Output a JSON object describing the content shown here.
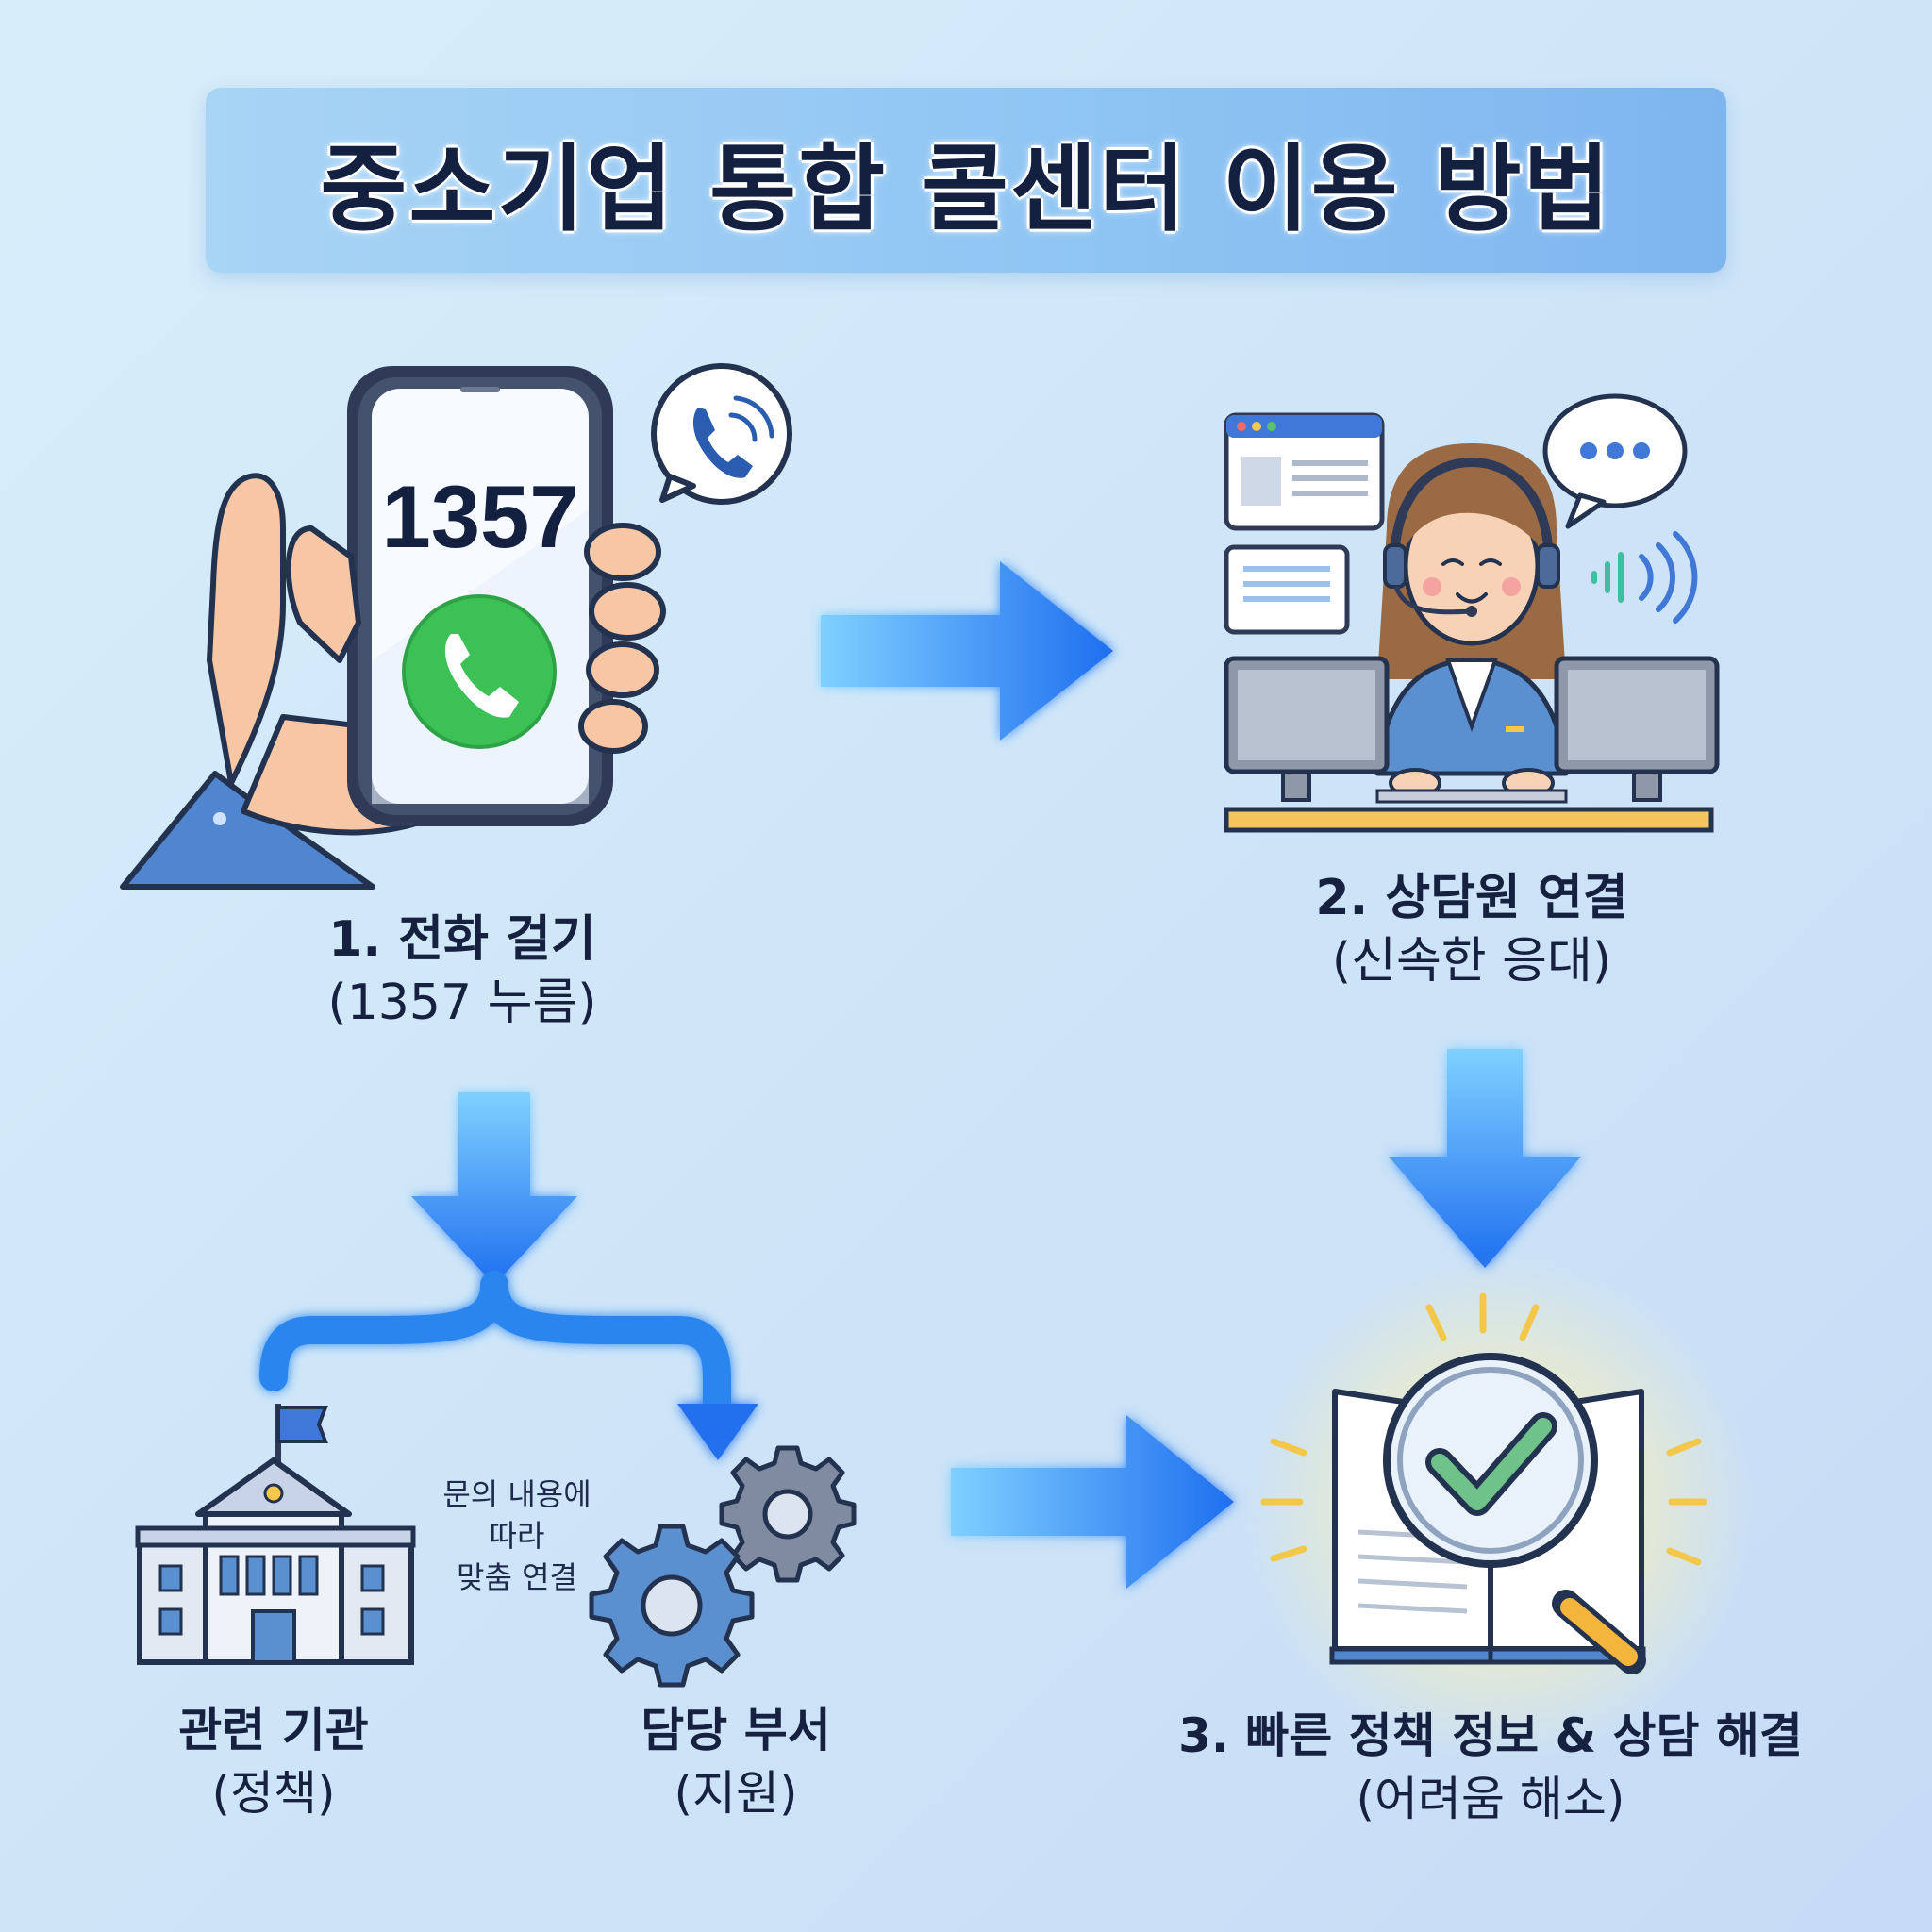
{
  "title": "중소기업 통합 콜센터 이용 방법",
  "phone_number": "1357",
  "steps": {
    "step1": {
      "main": "1. 전화 걸기",
      "sub": "(1357 누름)"
    },
    "step2": {
      "main": "2. 상담원 연결",
      "sub": "(신속한 응대)"
    },
    "step3": {
      "main": "3. 빠른 정책 정보 & 상담 해결",
      "sub": "(어려움 해소)"
    }
  },
  "branches": {
    "note_lines": [
      "문의 내용에",
      "따라",
      "맞춤 연결"
    ],
    "agency": {
      "main": "관련 기관",
      "sub": "(정책)"
    },
    "department": {
      "main": "담당 부서",
      "sub": "(지원)"
    }
  },
  "icons": [
    "phone-in-hand-icon",
    "call-bubble-icon",
    "call-button-icon",
    "counselor-icon",
    "chat-bubble-icon",
    "sound-wave-icon",
    "building-icon",
    "gears-icon",
    "book-magnifier-icon",
    "check-icon"
  ],
  "colors": {
    "arrow": "#2a7cf0",
    "title_bg": "#8ec4f3",
    "text": "#16213f",
    "call_green": "#3cc156"
  }
}
